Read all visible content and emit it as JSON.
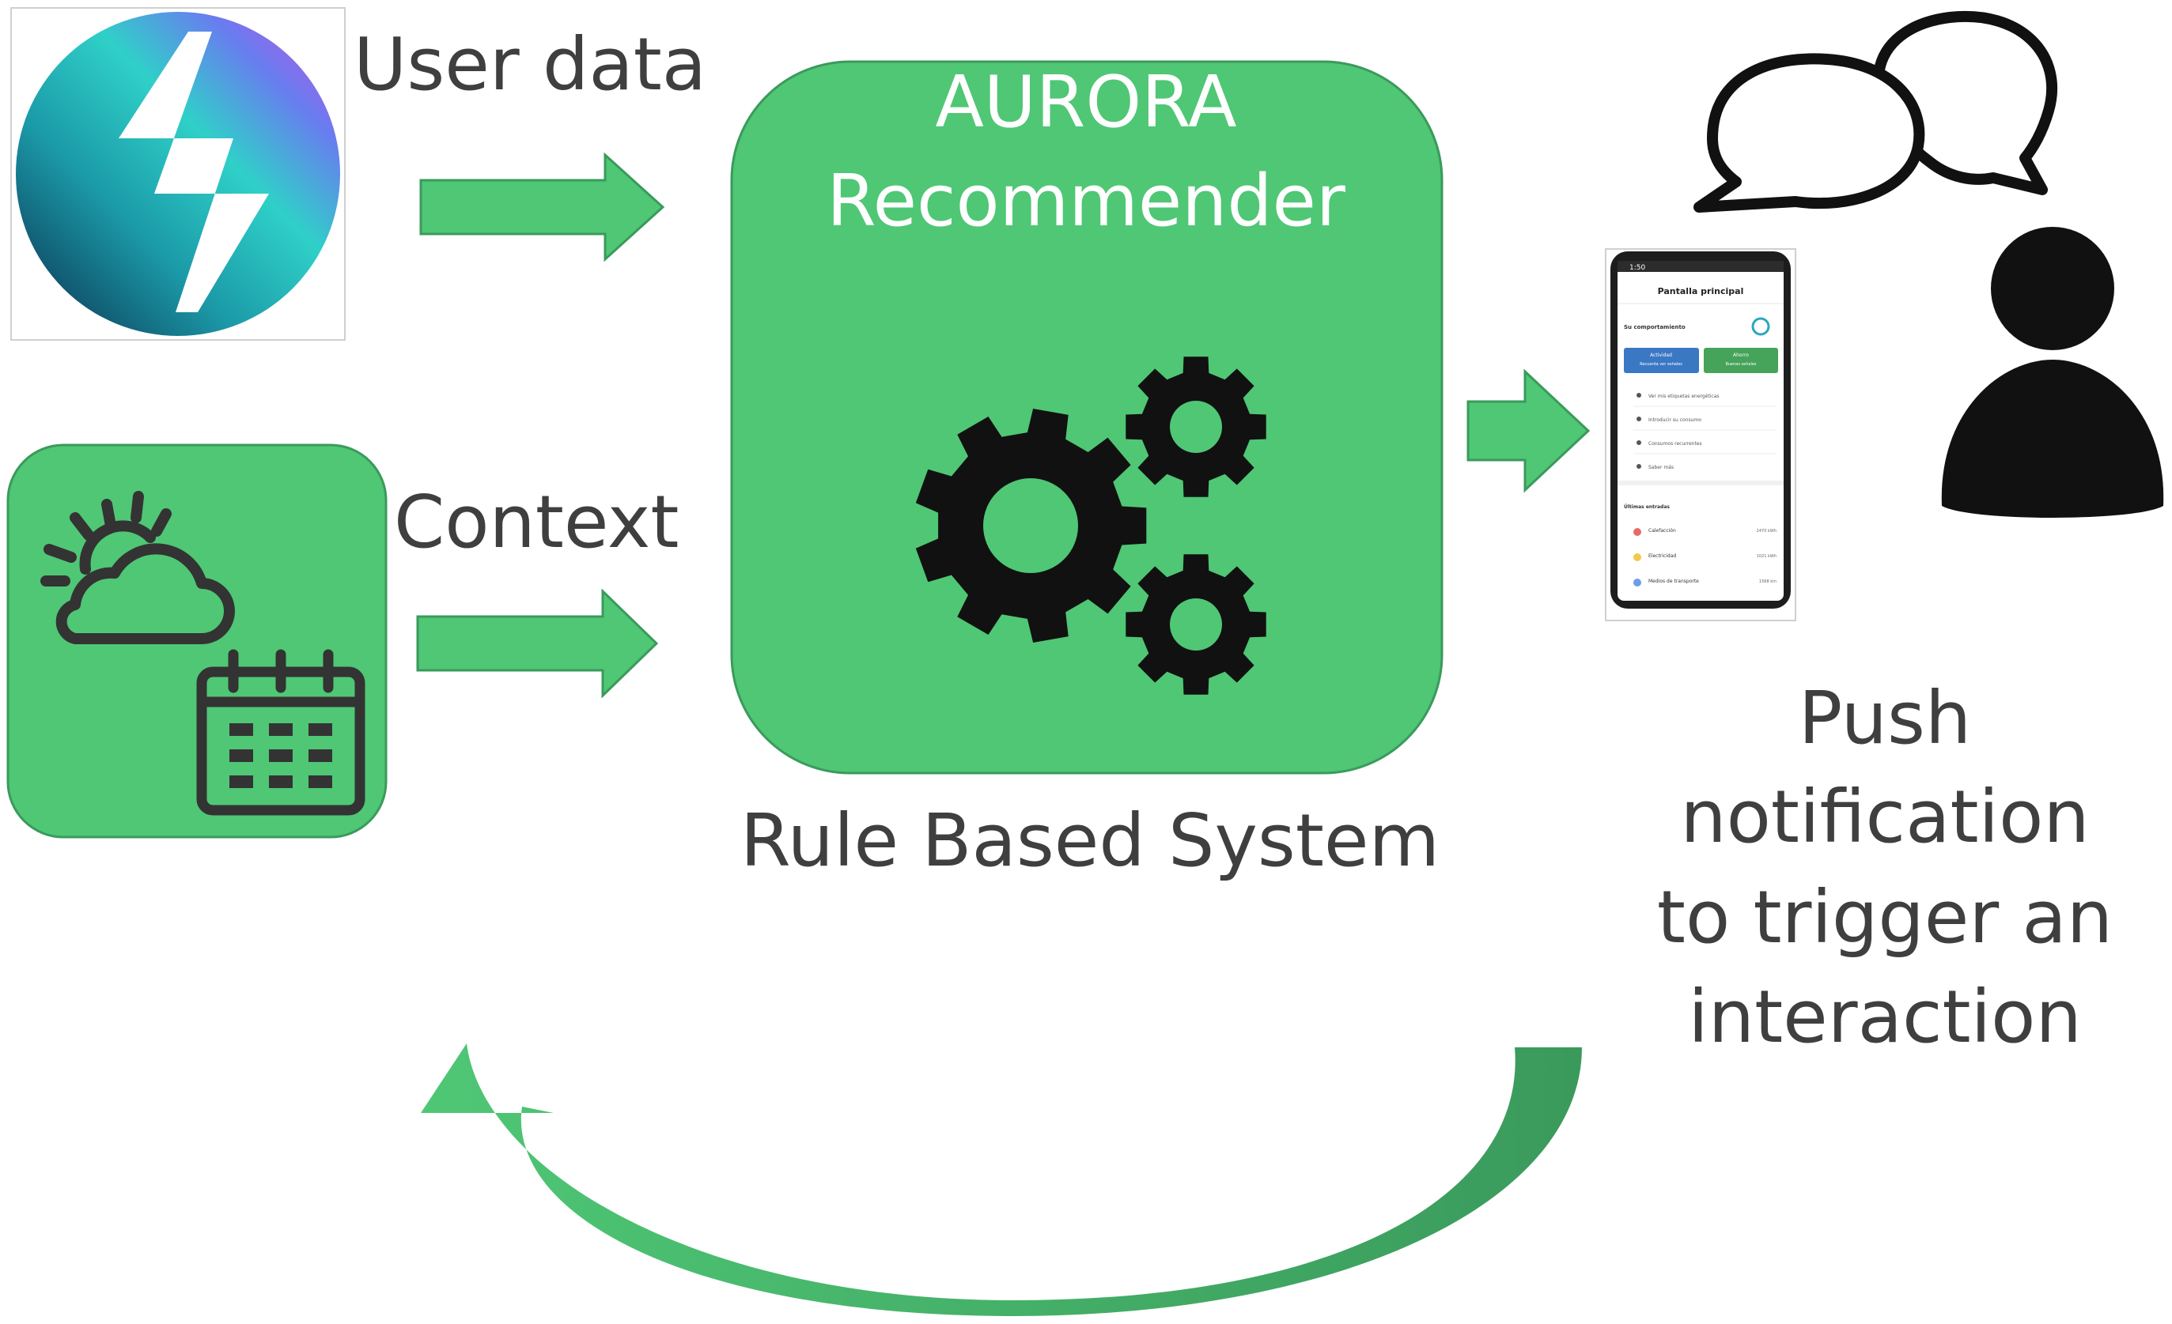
{
  "labels": {
    "user_data": "User data",
    "context": "Context",
    "rule_based_system": "Rule Based System",
    "push_line1": "Push",
    "push_line2": "notification",
    "push_line3": "to trigger an",
    "push_line4": "interaction"
  },
  "recommender": {
    "line1": "AURORA",
    "line2": "Recommender"
  },
  "phone": {
    "status_time": "1:50",
    "title": "Pantalla principal",
    "section": "Su comportamiento",
    "card_blue_title": "Actividad",
    "card_blue_sub": "Recuerda ver señales",
    "card_green_title": "Ahorro",
    "card_green_sub": "Buenas señales",
    "menu": [
      "Ver mis etiquetas energéticas",
      "Introducir su consumo",
      "Consumos recurrentes",
      "Saber más"
    ],
    "entries_header": "Últimas entradas",
    "entries": [
      {
        "name": "Calefacción",
        "value": "2470 kWh"
      },
      {
        "name": "Electricidad",
        "value": "1021 kWh"
      },
      {
        "name": "Medios de transporte",
        "value": "1568 km"
      }
    ]
  },
  "colors": {
    "accent_green": "#4fc775",
    "dark_green": "#3a9a5c",
    "label_gray": "#3f3f3f",
    "icon_black": "#111111"
  },
  "icons": [
    "aurora-logo-icon",
    "weather-sun-cloud-icon",
    "calendar-icon",
    "gears-icon",
    "smartphone-icon",
    "speech-bubbles-icon",
    "person-icon",
    "feedback-curved-arrow-icon"
  ]
}
